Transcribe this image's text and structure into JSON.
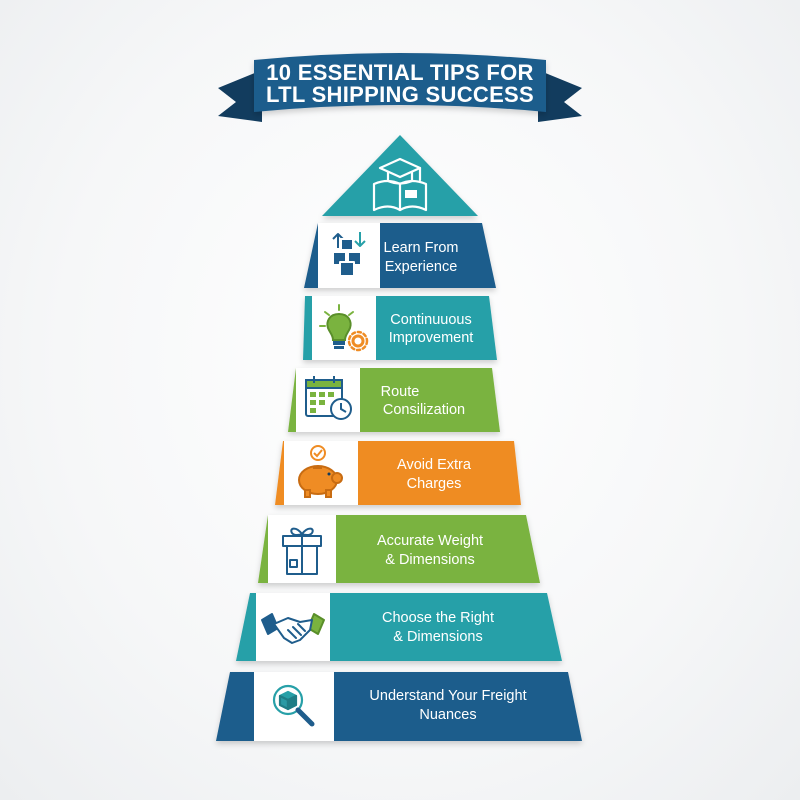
{
  "title": {
    "line1": "10 ESSENTIAL TIPS FOR",
    "line2": "LTL SHIPPING SUCCESS"
  },
  "colors": {
    "banner": "#1f5d8c",
    "banner_dark": "#123c5e",
    "teal": "#27a0a8",
    "green": "#7ab33f",
    "orange": "#ef8c24",
    "navy": "#1f5d8c",
    "icon_teal": "#2a9aa5",
    "icon_navy": "#1f5d8c",
    "icon_green": "#7ab33f",
    "icon_orange": "#ef8c24"
  },
  "apex": {
    "icon": "graduation-book-icon"
  },
  "tiers": [
    {
      "line1": "Learn From",
      "line2": "Experience",
      "icon": "boxes-arrows-icon"
    },
    {
      "line1": "Continuuous",
      "line2": "Improvement",
      "icon": "lightbulb-gear-icon"
    },
    {
      "line1": "Route",
      "line2": "Consilization",
      "icon": "calendar-clock-icon"
    },
    {
      "line1": "Avoid Extra",
      "line2": "Charges",
      "icon": "piggy-bank-icon"
    },
    {
      "line1": "Accurate Weight",
      "line2": "& Dimensions",
      "icon": "gift-box-icon"
    },
    {
      "line1": "Choose the Right",
      "line2": "& Dimensions",
      "icon": "handshake-icon"
    },
    {
      "line1": "Understand Your Freight",
      "line2": "Nuances",
      "icon": "magnifier-box-icon"
    }
  ]
}
